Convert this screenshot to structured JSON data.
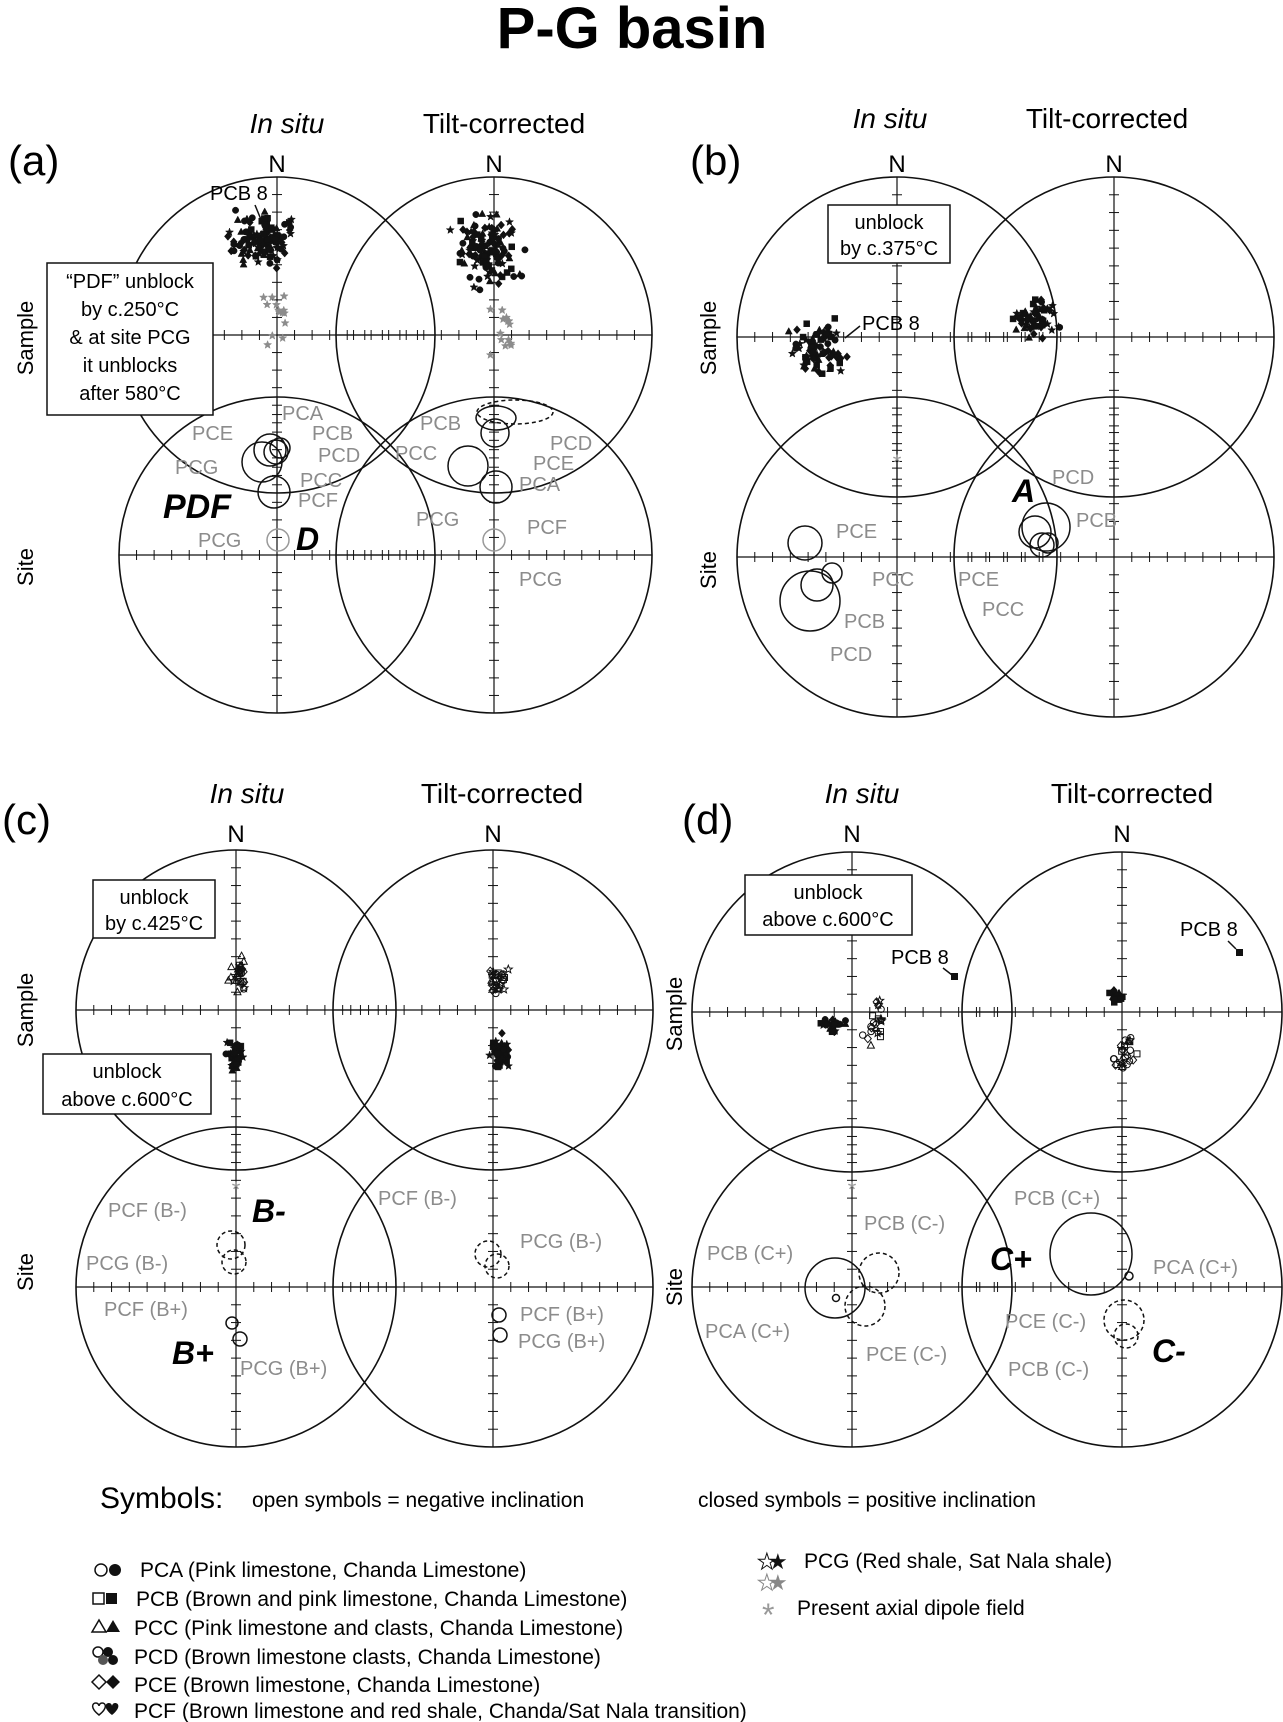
{
  "title": "P-G basin",
  "axis_labels": {
    "sample": "Sample",
    "site": "Site",
    "north": "N"
  },
  "panels": [
    {
      "id": "a",
      "letter": "(a)",
      "col_left": "In situ",
      "col_right": "Tilt-corrected",
      "note": [
        "“PDF” unblock",
        "by c.250°C",
        "& at site PCG",
        "it unblocks",
        "after 580°C"
      ],
      "sample_label": "PCB 8",
      "component_labels": [
        "PDF",
        "D"
      ],
      "site_labels_left": [
        "PCA",
        "PCE",
        "PCB",
        "PCD",
        "PCG",
        "PCC",
        "PCF",
        "PCG"
      ],
      "site_labels_right": [
        "PCB",
        "PCC",
        "PCD",
        "PCE",
        "PCA",
        "PCG",
        "PCF",
        "PCG"
      ]
    },
    {
      "id": "b",
      "letter": "(b)",
      "col_left": "In situ",
      "col_right": "Tilt-corrected",
      "note": [
        "unblock",
        "by c.375°C"
      ],
      "sample_label": "PCB 8",
      "component_labels": [
        "A"
      ],
      "site_labels_left": [
        "PCE",
        "PCC",
        "PCB",
        "PCD"
      ],
      "site_labels_right": [
        "PCD",
        "PCB",
        "PCE",
        "PCC"
      ]
    },
    {
      "id": "c",
      "letter": "(c)",
      "col_left": "In situ",
      "col_right": "Tilt-corrected",
      "note": [
        "unblock",
        "by c.425°C"
      ],
      "note2": [
        "unblock",
        "above c.600°C"
      ],
      "component_labels": [
        "B-",
        "B+"
      ],
      "site_labels_left": [
        "PCF (B-)",
        "PCG (B-)",
        "PCF (B+)",
        "PCG (B+)"
      ],
      "site_labels_right": [
        "PCF (B-)",
        "PCG (B-)",
        "PCF (B+)",
        "PCG (B+)"
      ]
    },
    {
      "id": "d",
      "letter": "(d)",
      "col_left": "In situ",
      "col_right": "Tilt-corrected",
      "note": [
        "unblock",
        "above c.600°C"
      ],
      "sample_label": "PCB 8",
      "component_labels": [
        "C+",
        "C-"
      ],
      "site_labels_left": [
        "PCB (C-)",
        "PCB (C+)",
        "PCA (C+)",
        "PCE (C-)"
      ],
      "site_labels_right": [
        "PCB (C+)",
        "PCA (C+)",
        "PCE (C-)",
        "PCB (C-)"
      ]
    }
  ],
  "legend": {
    "heading": "Symbols:",
    "open": "open symbols = negative inclination",
    "closed": "closed symbols = positive inclination",
    "items": [
      {
        "symbol": "circle-icon",
        "text": "PCA (Pink limestone, Chanda Limestone)"
      },
      {
        "symbol": "square-icon",
        "text": "PCB (Brown and pink limestone, Chanda Limestone)"
      },
      {
        "symbol": "triangle-icon",
        "text": "PCC (Pink limestone and clasts, Chanda Limestone)"
      },
      {
        "symbol": "club-icon",
        "text": "PCD (Brown limestone clasts, Chanda Limestone)"
      },
      {
        "symbol": "diamond-icon",
        "text": "PCE (Brown limestone, Chanda Limestone)"
      },
      {
        "symbol": "heart-icon",
        "text": "PCF (Brown limestone and red shale, Chanda/Sat Nala transition)"
      }
    ],
    "items_right": [
      {
        "symbol": "star-icon",
        "text": "PCG (Red shale, Sat Nala shale)"
      },
      {
        "symbol": "asterisk-icon",
        "text": "Present axial dipole field"
      }
    ]
  },
  "colors": {
    "ink": "#111111",
    "grey": "#999999",
    "grey_text": "#8c8c8c"
  }
}
